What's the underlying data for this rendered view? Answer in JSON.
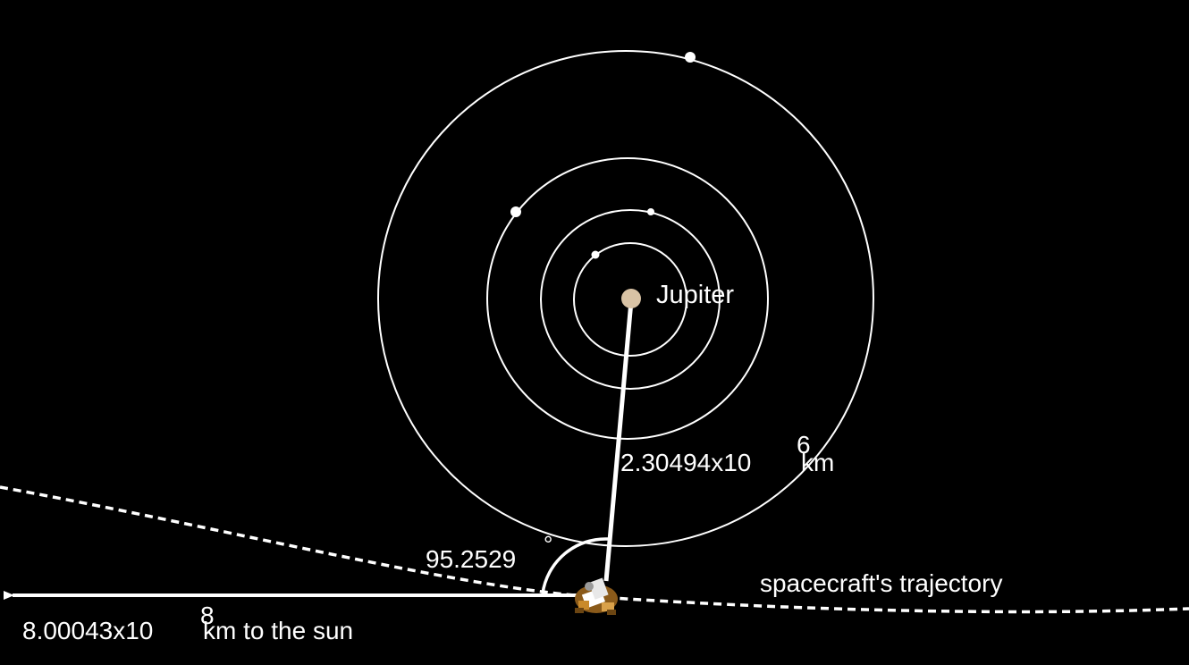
{
  "diagram": {
    "background_color": "#000000",
    "foreground_color": "#ffffff",
    "planet": {
      "name": "Jupiter",
      "color": "#d9c3a5"
    },
    "moon_orbits": [
      {
        "moon": "inner-moon-1"
      },
      {
        "moon": "inner-moon-2"
      },
      {
        "moon": "inner-moon-3"
      },
      {
        "moon": "outer-moon"
      }
    ],
    "distance_to_jupiter": {
      "mantissa": "2.30494x10",
      "exponent": "6",
      "unit": "km"
    },
    "distance_to_sun": {
      "mantissa": "8.00043x10",
      "exponent": "8",
      "unit": "km to the sun"
    },
    "angle": {
      "value": "95.2529",
      "symbol": "°"
    },
    "trajectory_label": "spacecraft's trajectory",
    "spacecraft_icon": "spacecraft-icon"
  }
}
